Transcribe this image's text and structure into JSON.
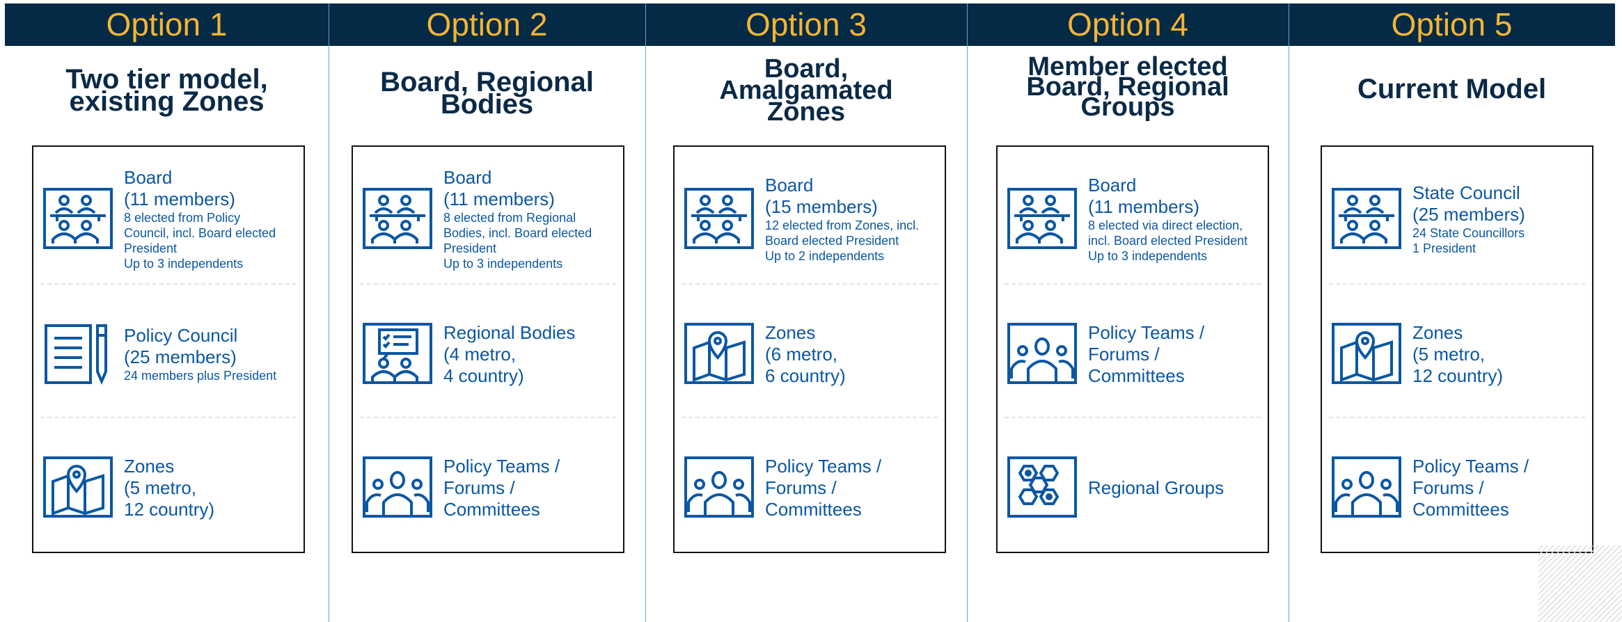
{
  "options": [
    {
      "title": "Option 1",
      "heading": [
        "Two tier model,",
        "existing Zones"
      ],
      "sections": [
        {
          "icon": "board-meeting-icon",
          "main": [
            "Board",
            "(11 members)"
          ],
          "sub": [
            "8 elected from Policy",
            "Council, incl. Board elected",
            "President",
            "Up to 3 independents"
          ]
        },
        {
          "icon": "document-pen-icon",
          "main": [
            "Policy Council",
            "(25 members)"
          ],
          "sub": [
            "24 members plus President"
          ]
        },
        {
          "icon": "map-pin-icon",
          "main": [
            "Zones",
            "(5 metro,",
            "12 country)"
          ],
          "sub": []
        }
      ]
    },
    {
      "title": "Option 2",
      "heading": [
        "Board, Regional",
        "Bodies"
      ],
      "sections": [
        {
          "icon": "board-meeting-icon",
          "main": [
            "Board",
            "(11 members)"
          ],
          "sub": [
            "8 elected from Regional",
            "Bodies, incl. Board elected",
            "President",
            "Up to 3 independents"
          ]
        },
        {
          "icon": "presentation-group-icon",
          "main": [
            "Regional Bodies",
            "(4 metro,",
            "4 country)"
          ],
          "sub": []
        },
        {
          "icon": "team-people-icon",
          "main": [
            "Policy Teams /",
            "Forums /",
            "Committees"
          ],
          "sub": []
        }
      ]
    },
    {
      "title": "Option 3",
      "heading": [
        "Board,",
        "Amalgamated",
        "Zones"
      ],
      "sections": [
        {
          "icon": "board-meeting-icon",
          "main": [
            "Board",
            "(15 members)"
          ],
          "sub": [
            "12 elected from Zones, incl.",
            "Board elected President",
            "Up to 2 independents"
          ]
        },
        {
          "icon": "map-pin-icon",
          "main": [
            "Zones",
            "(6 metro,",
            "6 country)"
          ],
          "sub": []
        },
        {
          "icon": "team-people-icon",
          "main": [
            "Policy Teams /",
            "Forums /",
            "Committees"
          ],
          "sub": []
        }
      ]
    },
    {
      "title": "Option 4",
      "heading": [
        "Member elected",
        "Board, Regional",
        "Groups"
      ],
      "sections": [
        {
          "icon": "board-meeting-icon",
          "main": [
            "Board",
            "(11 members)"
          ],
          "sub": [
            "8 elected via direct election,",
            "incl. Board elected President",
            "Up to 3 independents"
          ]
        },
        {
          "icon": "team-people-icon",
          "main": [
            "Policy Teams /",
            "Forums /",
            "Committees"
          ],
          "sub": []
        },
        {
          "icon": "hexagon-network-icon",
          "main": [
            "Regional Groups"
          ],
          "sub": []
        }
      ]
    },
    {
      "title": "Option 5",
      "heading": [
        "Current Model"
      ],
      "sections": [
        {
          "icon": "board-meeting-icon",
          "main": [
            "State Council",
            "(25 members)"
          ],
          "sub": [
            "24 State Councillors",
            "1 President"
          ]
        },
        {
          "icon": "map-pin-icon",
          "main": [
            "Zones",
            "(5 metro,",
            "12 country)"
          ],
          "sub": []
        },
        {
          "icon": "team-people-icon",
          "main": [
            "Policy Teams /",
            "Forums /",
            "Committees"
          ],
          "sub": []
        }
      ]
    }
  ],
  "colors": {
    "header_bg": "#042a45",
    "option_title": "#f4b434",
    "heading": "#0a2a47",
    "text_blue": "#0b57a4",
    "divider": "#5aa7dd"
  }
}
